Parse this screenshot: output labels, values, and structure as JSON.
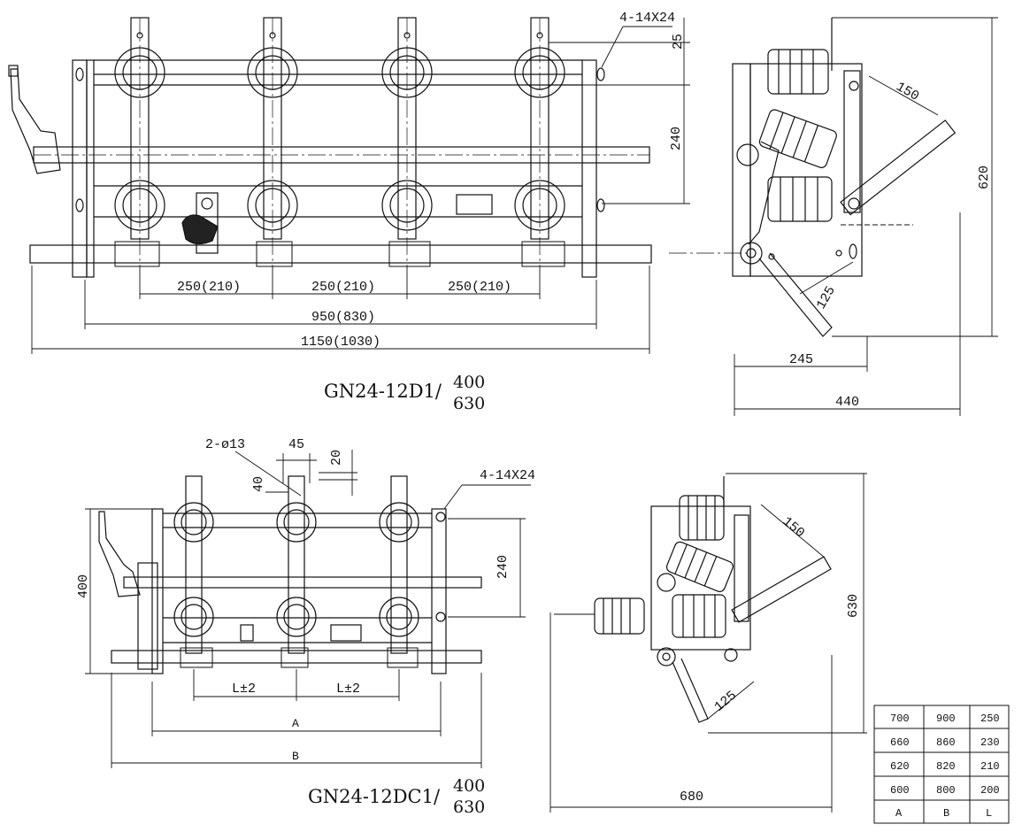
{
  "top_front": {
    "hole_spec": "4-14X24",
    "dim_top": "25",
    "dim_mid": "240",
    "pitch": [
      "250(210)",
      "250(210)",
      "250(210)"
    ],
    "inner_width": "950(830)",
    "overall_width": "1150(1030)"
  },
  "top_side": {
    "arm": "150",
    "height": "620",
    "radius": "125",
    "depth": "245",
    "width": "440"
  },
  "title1": {
    "model": "GN24-12D1/",
    "num": "400",
    "den": "630"
  },
  "bottom_front": {
    "hole_small": "2-ø13",
    "dim_45": "45",
    "dim_20": "20",
    "dim_40": "40",
    "hole_spec": "4-14X24",
    "dim_240": "240",
    "dim_400": "400",
    "pitch": [
      "L±2",
      "L±2"
    ],
    "label_a": "A",
    "label_b": "B"
  },
  "bottom_side": {
    "arm": "150",
    "radius": "125",
    "height": "630",
    "width": "680"
  },
  "title2": {
    "model": "GN24-12DC1/",
    "num": "400",
    "den": "630"
  },
  "size_table": {
    "rows": [
      [
        "700",
        "900",
        "250"
      ],
      [
        "660",
        "860",
        "230"
      ],
      [
        "620",
        "820",
        "210"
      ],
      [
        "600",
        "800",
        "200"
      ]
    ],
    "header": [
      "A",
      "B",
      "L"
    ]
  }
}
